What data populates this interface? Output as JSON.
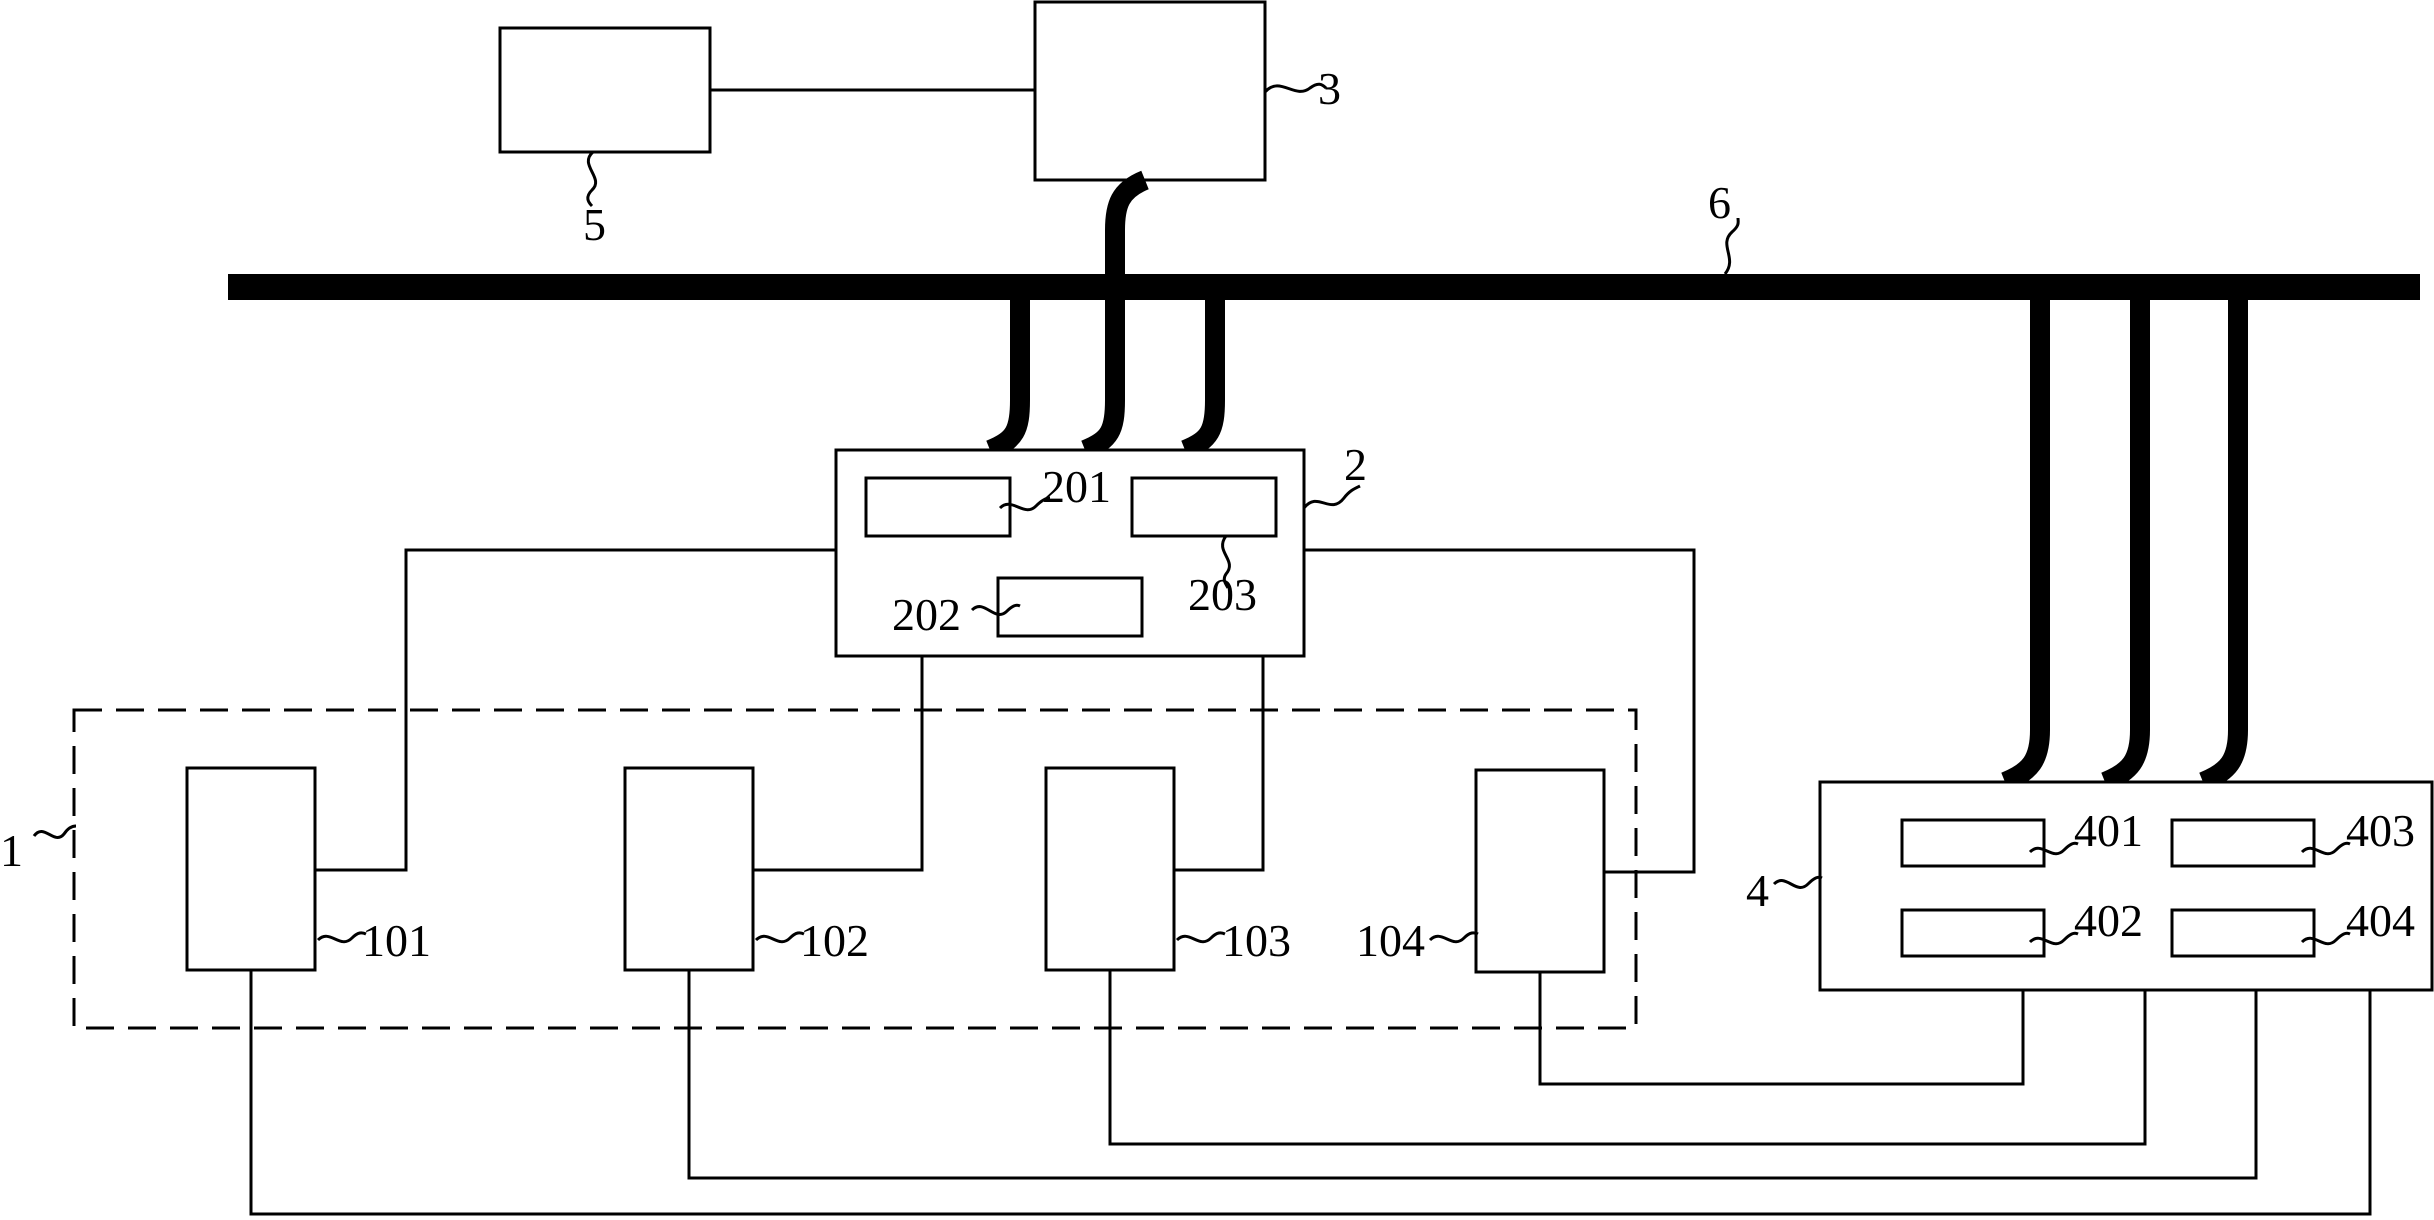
{
  "labels": {
    "system": "1",
    "controller": "2",
    "controller_sub1": "201",
    "controller_sub2": "202",
    "controller_sub3": "203",
    "host": "3",
    "monitor": "4",
    "monitor_sub1": "401",
    "monitor_sub2": "402",
    "monitor_sub3": "403",
    "monitor_sub4": "404",
    "terminal": "5",
    "bus": "6",
    "unit1": "101",
    "unit2": "102",
    "unit3": "103",
    "unit4": "104"
  }
}
